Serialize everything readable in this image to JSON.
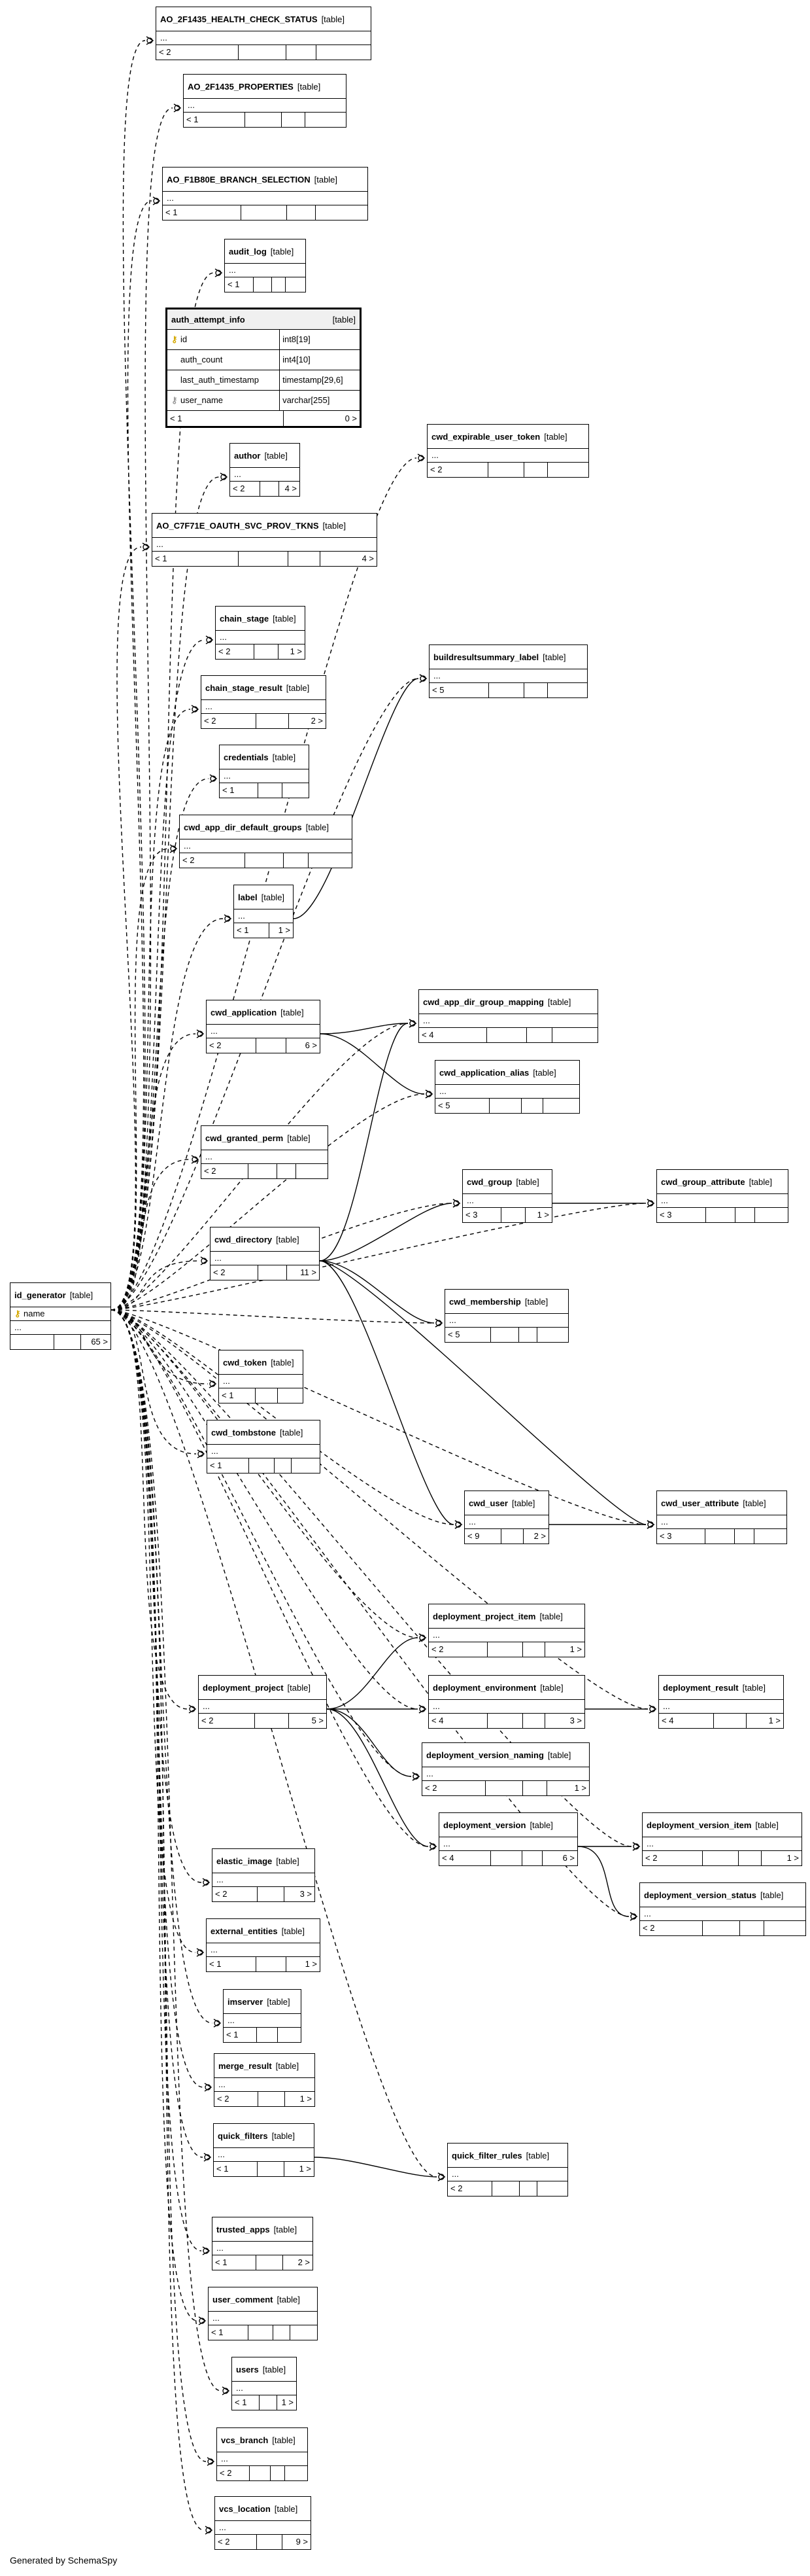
{
  "tables": [
    {
      "id": "ao_health",
      "name": "AO_2F1435_HEALTH_CHECK_STATUS",
      "kind": "[table]",
      "body": "...",
      "foot": [
        "< 2",
        "",
        "",
        ""
      ]
    },
    {
      "id": "ao_props",
      "name": "AO_2F1435_PROPERTIES",
      "kind": "[table]",
      "body": "...",
      "foot": [
        "< 1",
        "",
        "",
        ""
      ]
    },
    {
      "id": "ao_branch",
      "name": "AO_F1B80E_BRANCH_SELECTION",
      "kind": "[table]",
      "body": "...",
      "foot": [
        "< 1",
        "",
        "",
        ""
      ]
    },
    {
      "id": "audit_log",
      "name": "audit_log",
      "kind": "[table]",
      "body": "...",
      "foot": [
        "< 1",
        "",
        "",
        ""
      ]
    },
    {
      "id": "author",
      "name": "author",
      "kind": "[table]",
      "body": "...",
      "foot": [
        "< 2",
        "",
        "4 >"
      ]
    },
    {
      "id": "ao_oauth",
      "name": "AO_C7F71E_OAUTH_SVC_PROV_TKNS",
      "kind": "[table]",
      "body": "...",
      "foot": [
        "< 1",
        "",
        "",
        "4 >"
      ]
    },
    {
      "id": "chain_stage",
      "name": "chain_stage",
      "kind": "[table]",
      "body": "...",
      "foot": [
        "< 2",
        "",
        "1 >"
      ]
    },
    {
      "id": "chain_stage_result",
      "name": "chain_stage_result",
      "kind": "[table]",
      "body": "...",
      "foot": [
        "< 2",
        "",
        "2 >"
      ]
    },
    {
      "id": "credentials",
      "name": "credentials",
      "kind": "[table]",
      "body": "...",
      "foot": [
        "< 1",
        "",
        ""
      ]
    },
    {
      "id": "cwd_app_dir_default_groups",
      "name": "cwd_app_dir_default_groups",
      "kind": "[table]",
      "body": "...",
      "foot": [
        "< 2",
        "",
        "",
        ""
      ]
    },
    {
      "id": "label",
      "name": "label",
      "kind": "[table]",
      "body": "...",
      "foot": [
        "< 1",
        "1 >"
      ]
    },
    {
      "id": "cwd_expirable_user_token",
      "name": "cwd_expirable_user_token",
      "kind": "[table]",
      "body": "...",
      "foot": [
        "< 2",
        "",
        "",
        ""
      ]
    },
    {
      "id": "buildresultsummary_label",
      "name": "buildresultsummary_label",
      "kind": "[table]",
      "body": "...",
      "foot": [
        "< 5",
        "",
        "",
        ""
      ]
    },
    {
      "id": "cwd_application",
      "name": "cwd_application",
      "kind": "[table]",
      "body": "...",
      "foot": [
        "< 2",
        "",
        "6 >"
      ]
    },
    {
      "id": "cwd_app_dir_group_mapping",
      "name": "cwd_app_dir_group_mapping",
      "kind": "[table]",
      "body": "...",
      "foot": [
        "< 4",
        "",
        "",
        ""
      ]
    },
    {
      "id": "cwd_application_alias",
      "name": "cwd_application_alias",
      "kind": "[table]",
      "body": "...",
      "foot": [
        "< 5",
        "",
        "",
        ""
      ]
    },
    {
      "id": "cwd_granted_perm",
      "name": "cwd_granted_perm",
      "kind": "[table]",
      "body": "...",
      "foot": [
        "< 2",
        "",
        "",
        ""
      ]
    },
    {
      "id": "cwd_group",
      "name": "cwd_group",
      "kind": "[table]",
      "body": "...",
      "foot": [
        "< 3",
        "",
        "1 >"
      ]
    },
    {
      "id": "cwd_group_attribute",
      "name": "cwd_group_attribute",
      "kind": "[table]",
      "body": "...",
      "foot": [
        "< 3",
        "",
        "",
        ""
      ]
    },
    {
      "id": "cwd_directory",
      "name": "cwd_directory",
      "kind": "[table]",
      "body": "...",
      "foot": [
        "< 2",
        "",
        "11 >"
      ]
    },
    {
      "id": "cwd_membership",
      "name": "cwd_membership",
      "kind": "[table]",
      "body": "...",
      "foot": [
        "< 5",
        "",
        "",
        ""
      ]
    },
    {
      "id": "id_generator",
      "name": "id_generator",
      "kind": "[table]",
      "body": "...",
      "foot": [
        "",
        "",
        "65 >"
      ]
    },
    {
      "id": "cwd_token",
      "name": "cwd_token",
      "kind": "[table]",
      "body": "...",
      "foot": [
        "< 1",
        "",
        ""
      ]
    },
    {
      "id": "cwd_tombstone",
      "name": "cwd_tombstone",
      "kind": "[table]",
      "body": "...",
      "foot": [
        "< 1",
        "",
        "",
        ""
      ]
    },
    {
      "id": "cwd_user",
      "name": "cwd_user",
      "kind": "[table]",
      "body": "...",
      "foot": [
        "< 9",
        "",
        "2 >"
      ]
    },
    {
      "id": "cwd_user_attribute",
      "name": "cwd_user_attribute",
      "kind": "[table]",
      "body": "...",
      "foot": [
        "< 3",
        "",
        "",
        ""
      ]
    },
    {
      "id": "deployment_project_item",
      "name": "deployment_project_item",
      "kind": "[table]",
      "body": "...",
      "foot": [
        "< 2",
        "",
        "",
        "1 >"
      ]
    },
    {
      "id": "deployment_project",
      "name": "deployment_project",
      "kind": "[table]",
      "body": "...",
      "foot": [
        "< 2",
        "",
        "5 >"
      ]
    },
    {
      "id": "deployment_environment",
      "name": "deployment_environment",
      "kind": "[table]",
      "body": "...",
      "foot": [
        "< 4",
        "",
        "",
        "3 >"
      ]
    },
    {
      "id": "deployment_result",
      "name": "deployment_result",
      "kind": "[table]",
      "body": "...",
      "foot": [
        "< 4",
        "",
        "1 >"
      ]
    },
    {
      "id": "deployment_version_naming",
      "name": "deployment_version_naming",
      "kind": "[table]",
      "body": "...",
      "foot": [
        "< 2",
        "",
        "",
        "1 >"
      ]
    },
    {
      "id": "deployment_version",
      "name": "deployment_version",
      "kind": "[table]",
      "body": "...",
      "foot": [
        "< 4",
        "",
        "",
        "6 >"
      ]
    },
    {
      "id": "deployment_version_item",
      "name": "deployment_version_item",
      "kind": "[table]",
      "body": "...",
      "foot": [
        "< 2",
        "",
        "",
        "1 >"
      ]
    },
    {
      "id": "deployment_version_status",
      "name": "deployment_version_status",
      "kind": "[table]",
      "body": "...",
      "foot": [
        "< 2",
        "",
        "",
        ""
      ]
    },
    {
      "id": "elastic_image",
      "name": "elastic_image",
      "kind": "[table]",
      "body": "...",
      "foot": [
        "< 2",
        "",
        "3 >"
      ]
    },
    {
      "id": "external_entities",
      "name": "external_entities",
      "kind": "[table]",
      "body": "...",
      "foot": [
        "< 1",
        "",
        "1 >"
      ]
    },
    {
      "id": "imserver",
      "name": "imserver",
      "kind": "[table]",
      "body": "...",
      "foot": [
        "< 1",
        "",
        ""
      ]
    },
    {
      "id": "merge_result",
      "name": "merge_result",
      "kind": "[table]",
      "body": "...",
      "foot": [
        "< 2",
        "",
        "1 >"
      ]
    },
    {
      "id": "quick_filters",
      "name": "quick_filters",
      "kind": "[table]",
      "body": "...",
      "foot": [
        "< 1",
        "",
        "1 >"
      ]
    },
    {
      "id": "quick_filter_rules",
      "name": "quick_filter_rules",
      "kind": "[table]",
      "body": "...",
      "foot": [
        "< 2",
        "",
        "",
        ""
      ]
    },
    {
      "id": "trusted_apps",
      "name": "trusted_apps",
      "kind": "[table]",
      "body": "...",
      "foot": [
        "< 1",
        "",
        "2 >"
      ]
    },
    {
      "id": "user_comment",
      "name": "user_comment",
      "kind": "[table]",
      "body": "...",
      "foot": [
        "< 1",
        "",
        "",
        ""
      ]
    },
    {
      "id": "users",
      "name": "users",
      "kind": "[table]",
      "body": "...",
      "foot": [
        "< 1",
        "",
        "1 >"
      ]
    },
    {
      "id": "vcs_branch",
      "name": "vcs_branch",
      "kind": "[table]",
      "body": "...",
      "foot": [
        "< 2",
        "",
        "",
        ""
      ]
    },
    {
      "id": "vcs_location",
      "name": "vcs_location",
      "kind": "[table]",
      "body": "...",
      "foot": [
        "< 2",
        "",
        "9 >"
      ]
    }
  ],
  "auth_attempt_info": {
    "name": "auth_attempt_info",
    "kind": "[table]",
    "columns": [
      {
        "name": "id",
        "type": "int8[19]",
        "key": "pk"
      },
      {
        "name": "auth_count",
        "type": "int4[10]",
        "key": ""
      },
      {
        "name": "last_auth_timestamp",
        "type": "timestamp[29,6]",
        "key": ""
      },
      {
        "name": "user_name",
        "type": "varchar[255]",
        "key": "idx"
      }
    ],
    "foot": [
      "< 1",
      "0 >"
    ]
  },
  "id_generator_column": {
    "name": "name",
    "key": "pk"
  },
  "footer": "Generated by SchemaSpy"
}
